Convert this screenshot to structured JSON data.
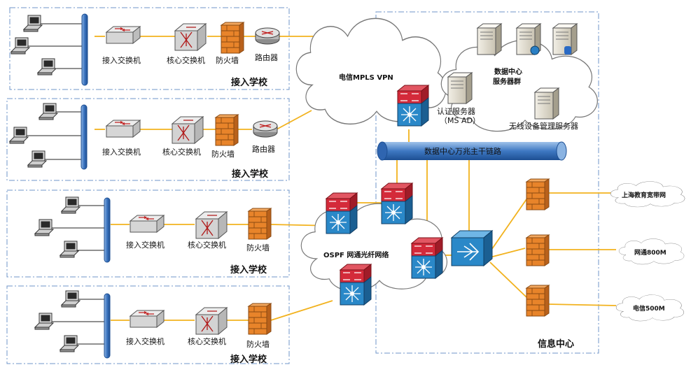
{
  "schools": [
    {
      "access_switch": "接入交换机",
      "core_switch": "核心交换机",
      "firewall": "防火墙",
      "router": "路由器",
      "title": "接入学校"
    },
    {
      "access_switch": "接入交换机",
      "core_switch": "核心交换机",
      "firewall": "防火墙",
      "router": "路由器",
      "title": "接入学校"
    },
    {
      "access_switch": "接入交换机",
      "core_switch": "核心交换机",
      "firewall": "防火墙",
      "title": "接入学校"
    },
    {
      "access_switch": "接入交换机",
      "core_switch": "核心交换机",
      "firewall": "防火墙",
      "title": "接入学校"
    }
  ],
  "clouds": {
    "mpls": "电信MPLS VPN",
    "ospf": "OSPF 网通光纤网络",
    "dc_line1": "数据中心",
    "dc_line2": "服务器群"
  },
  "servers": {
    "auth_line1": "认证服务器",
    "auth_line2": "（MS AD）",
    "wireless": "无线设备管理服务器"
  },
  "backbone": "数据中心万兆主干链路",
  "info_center": "信息中心",
  "isps": [
    "上海教育宽带网",
    "网通800M",
    "电信500M"
  ],
  "colors": {
    "link": "#f2b21e",
    "box_border": "#6f95c8",
    "backbone": "#2f65b0",
    "firewall": "#e8842a",
    "core_red": "#d42a3a",
    "core_blue": "#2a88c8"
  }
}
